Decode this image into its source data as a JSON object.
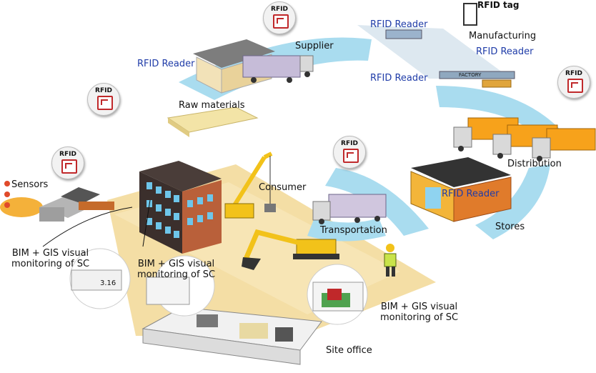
{
  "rfid_badge": "RFID",
  "rfid_tag_label": "RFID tag",
  "labels": {
    "supplier": "Supplier",
    "raw_materials": "Raw materials",
    "manufacturing": "Manufacturing",
    "distribution": "Distribution",
    "stores": "Stores",
    "transportation": "Transportation",
    "consumer": "Consumer",
    "sensors": "Sensors",
    "site_office": "Site office",
    "factory_sign": "FACTORY",
    "bim_left": "BIM + GIS visual\nmonitoring of SC",
    "bim_middle": "BIM + GIS visual\nmonitoring of SC",
    "bim_right": "BIM + GIS visual\nmonitoring of SC",
    "monitor_readout": "3.16"
  },
  "rfid_reader_label": "RFID Reader",
  "colors": {
    "flow_arrow": "#a9dcef",
    "site_ground": "#f3dca0",
    "rfid_text": "#1f3ca8",
    "truck_cab": "#f7a21b",
    "building": "#3b2f2c",
    "badge_red": "#c0282a"
  }
}
